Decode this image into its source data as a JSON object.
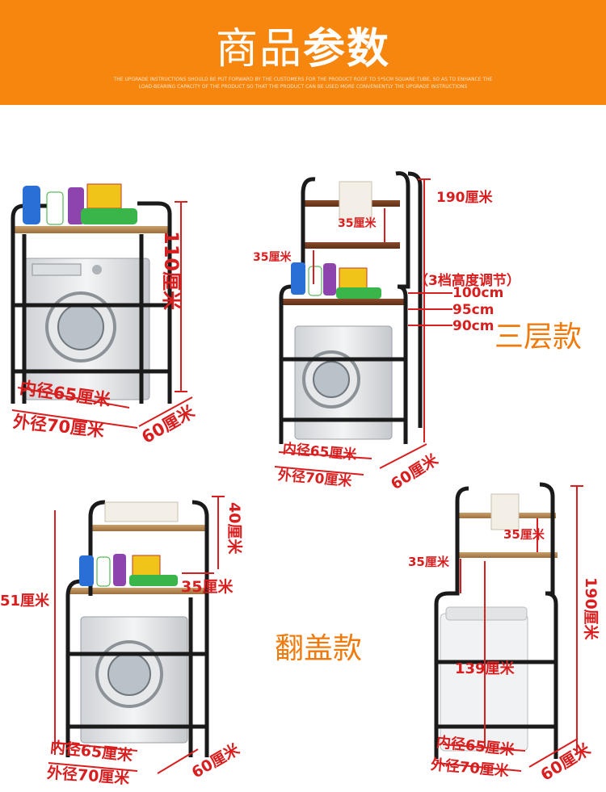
{
  "header": {
    "title_light": "商品",
    "title_bold": "参数",
    "subtitle": "THE UPGRADE INSTRUCTIONS SHOULD BE PUT FORWARD BY THE CUSTOMERS FOR THE PRODUCT ROOF TO 5*5CM SQUARE TUBE, SO AS TO ENHANCE THE LOAD-BEARING CAPACITY OF THE PRODUCT SO THAT THE PRODUCT CAN BE USED MORE CONVENIENTLY THE UPGRADE INSTRUCTIONS"
  },
  "colors": {
    "header_bg": "#f7860f",
    "dimension_red": "#d81e1e",
    "style_label_orange": "#f07a0c"
  },
  "panels": {
    "p1": {
      "height": "110厘米",
      "inner": "内径65厘米",
      "outer": "外径70厘米",
      "depth": "60厘米"
    },
    "p2": {
      "height": "190厘米",
      "shelf_gap": "35厘米",
      "side_gap": "35厘米",
      "adjust_note": "（3档高度调节）",
      "opt1": "100cm",
      "opt2": "95cm",
      "opt3": "90cm",
      "style_label": "三层款",
      "inner": "内径65厘米",
      "outer": "外径70厘米",
      "depth": "60厘米"
    },
    "p3": {
      "height": "51厘米",
      "top_gap": "40厘米",
      "side_gap": "35厘米",
      "inner": "内径65厘米",
      "outer": "外径70厘米",
      "depth": "60厘米"
    },
    "p4": {
      "style_label": "翻盖款",
      "height": "190厘米",
      "shelf_gap": "35厘米",
      "side_gap": "35厘米",
      "clearance": "139厘米",
      "inner": "内径65厘米",
      "outer": "外径70厘米",
      "depth": "60厘米"
    }
  }
}
